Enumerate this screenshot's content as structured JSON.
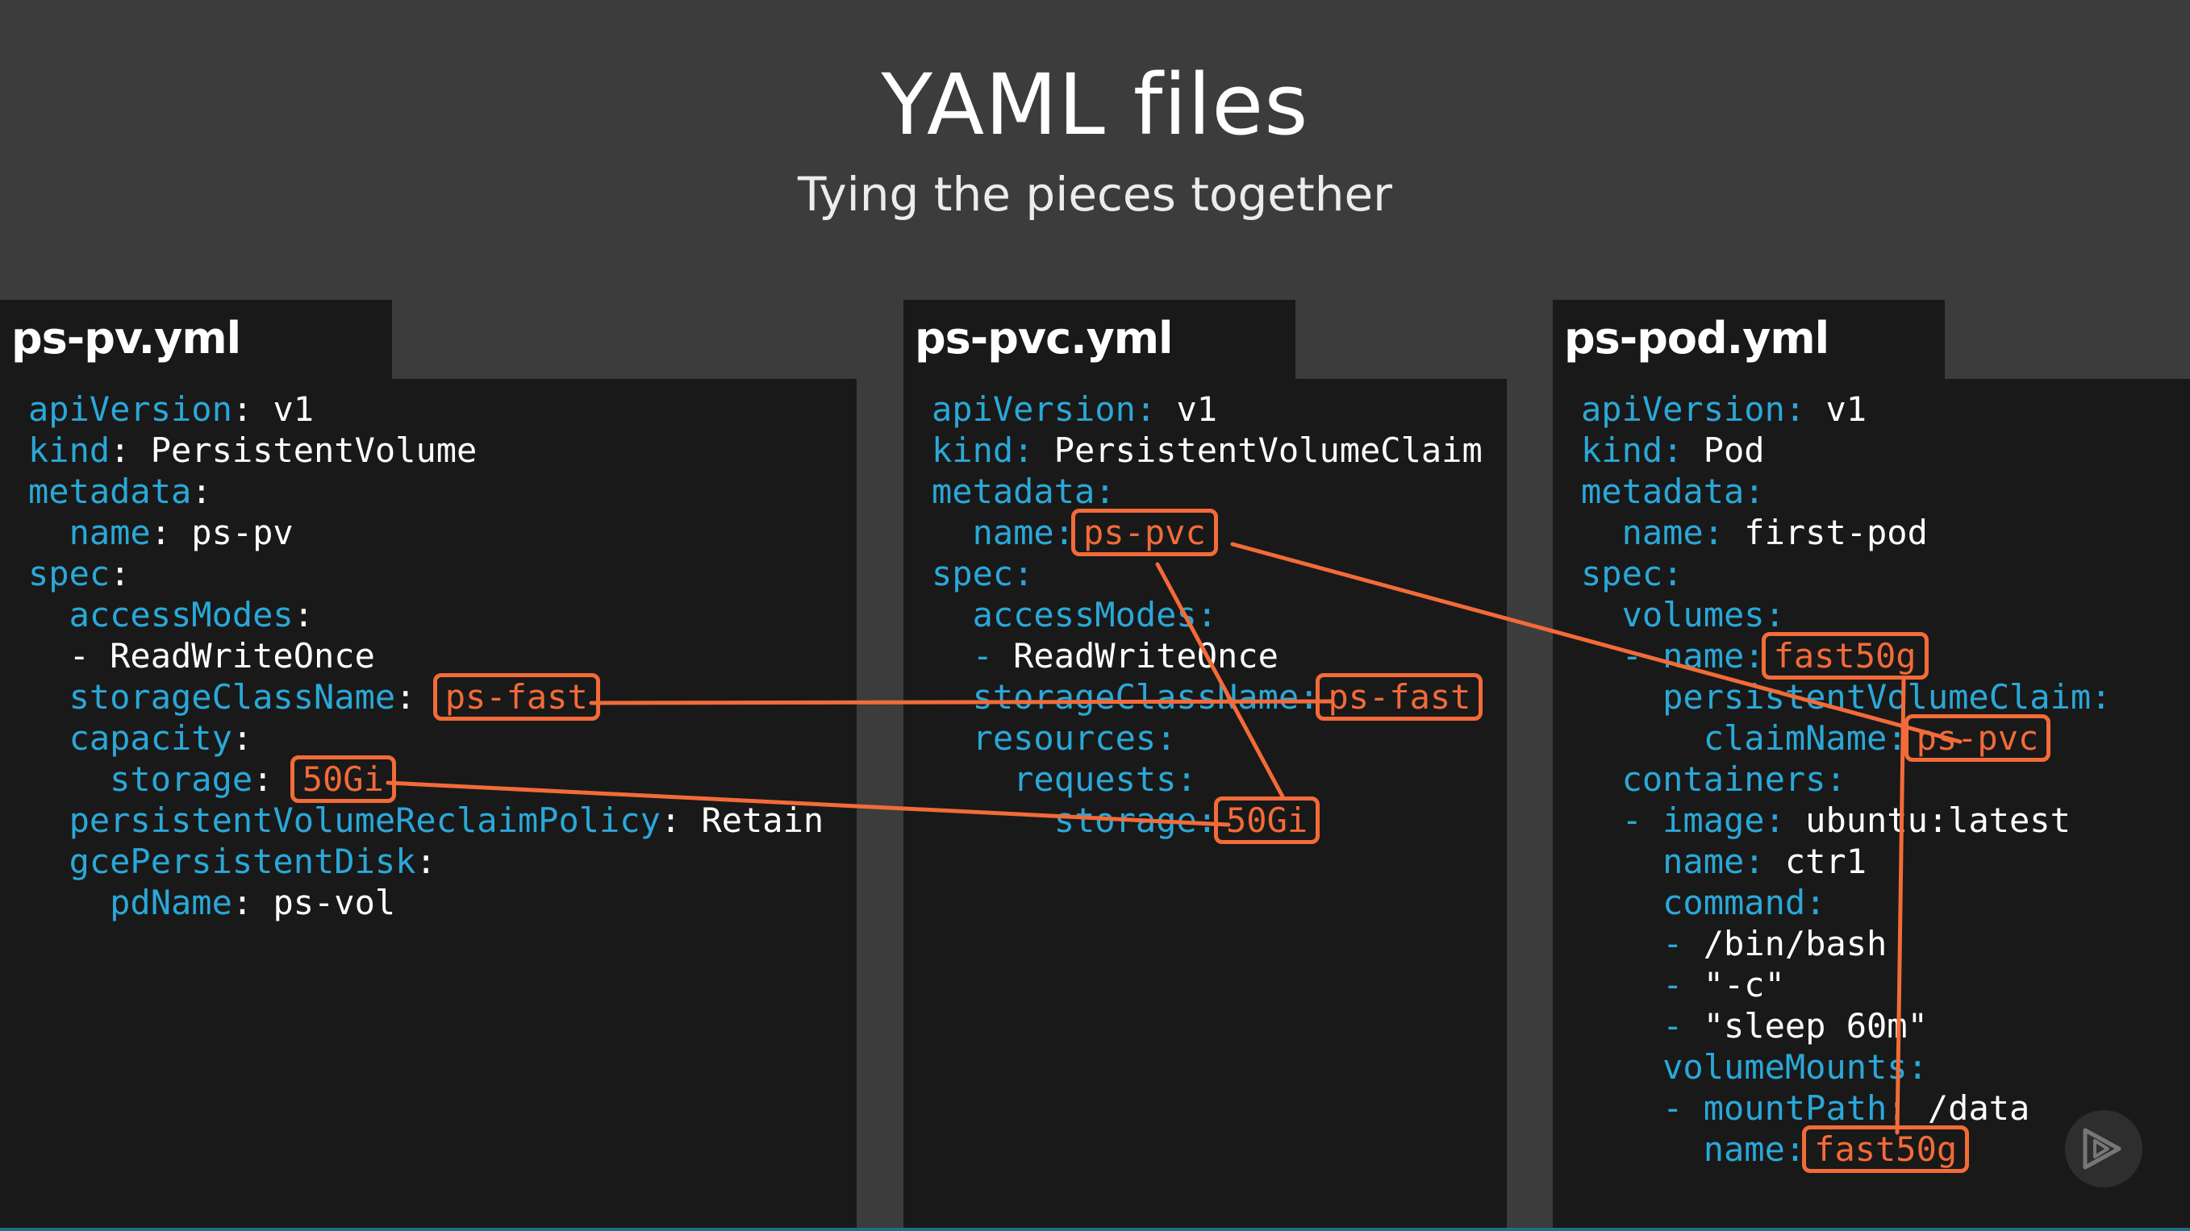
{
  "slide": {
    "title": "YAML files",
    "subtitle": "Tying the pieces together"
  },
  "files": [
    {
      "filename": "ps-pv.yml",
      "lines": [
        [
          {
            "t": "apiVersion",
            "c": "k"
          },
          {
            "t": ": v1",
            "c": "v"
          }
        ],
        [
          {
            "t": "kind",
            "c": "k"
          },
          {
            "t": ": PersistentVolume",
            "c": "v"
          }
        ],
        [
          {
            "t": "metadata",
            "c": "k"
          },
          {
            "t": ":",
            "c": "v"
          }
        ],
        [
          {
            "t": "  name",
            "c": "k"
          },
          {
            "t": ": ps-pv",
            "c": "v"
          }
        ],
        [
          {
            "t": "spec",
            "c": "k"
          },
          {
            "t": ":",
            "c": "v"
          }
        ],
        [
          {
            "t": "  accessModes",
            "c": "k"
          },
          {
            "t": ":",
            "c": "v"
          }
        ],
        [
          {
            "t": "  - ReadWriteOnce",
            "c": "v"
          }
        ],
        [
          {
            "t": "  storageClassName",
            "c": "k"
          },
          {
            "t": ": ",
            "c": "v"
          },
          {
            "t": "ps-fast",
            "c": "hl"
          }
        ],
        [
          {
            "t": "  capacity",
            "c": "k"
          },
          {
            "t": ":",
            "c": "v"
          }
        ],
        [
          {
            "t": "    storage",
            "c": "k"
          },
          {
            "t": ": ",
            "c": "v"
          },
          {
            "t": "50Gi",
            "c": "hl"
          }
        ],
        [
          {
            "t": "  persistentVolumeReclaimPolicy",
            "c": "k"
          },
          {
            "t": ": Retain",
            "c": "v"
          }
        ],
        [
          {
            "t": "  gcePersistentDisk",
            "c": "k"
          },
          {
            "t": ":",
            "c": "v"
          }
        ],
        [
          {
            "t": "    pdName",
            "c": "k"
          },
          {
            "t": ": ps-vol",
            "c": "v"
          }
        ]
      ]
    },
    {
      "filename": "ps-pvc.yml",
      "lines": [
        [
          {
            "t": "apiVersion:",
            "c": "k"
          },
          {
            "t": " v1",
            "c": "v"
          }
        ],
        [
          {
            "t": "kind:",
            "c": "k"
          },
          {
            "t": " PersistentVolumeClaim",
            "c": "v"
          }
        ],
        [
          {
            "t": "metadata:",
            "c": "k"
          }
        ],
        [
          {
            "t": "  name:",
            "c": "k"
          },
          {
            "t": "ps-pvc",
            "c": "hl"
          }
        ],
        [
          {
            "t": "spec:",
            "c": "k"
          }
        ],
        [
          {
            "t": "  accessModes:",
            "c": "k"
          }
        ],
        [
          {
            "t": "  -",
            "c": "k"
          },
          {
            "t": " ReadWriteOnce",
            "c": "v"
          }
        ],
        [
          {
            "t": "  storageClassName:",
            "c": "k"
          },
          {
            "t": "ps-fast",
            "c": "hl"
          }
        ],
        [
          {
            "t": "  resources:",
            "c": "k"
          }
        ],
        [
          {
            "t": "    requests:",
            "c": "k"
          }
        ],
        [
          {
            "t": "      storage:",
            "c": "k"
          },
          {
            "t": "50Gi",
            "c": "hl"
          }
        ]
      ]
    },
    {
      "filename": "ps-pod.yml",
      "lines": [
        [
          {
            "t": "apiVersion:",
            "c": "k"
          },
          {
            "t": " v1",
            "c": "v"
          }
        ],
        [
          {
            "t": "kind:",
            "c": "k"
          },
          {
            "t": " Pod",
            "c": "v"
          }
        ],
        [
          {
            "t": "metadata:",
            "c": "k"
          }
        ],
        [
          {
            "t": "  name:",
            "c": "k"
          },
          {
            "t": " first-pod",
            "c": "v"
          }
        ],
        [
          {
            "t": "spec:",
            "c": "k"
          }
        ],
        [
          {
            "t": "  volumes:",
            "c": "k"
          }
        ],
        [
          {
            "t": "  - name:",
            "c": "k"
          },
          {
            "t": "fast50g",
            "c": "hl"
          }
        ],
        [
          {
            "t": "    persistentVolumeClaim:",
            "c": "k"
          }
        ],
        [
          {
            "t": "      claimName:",
            "c": "k"
          },
          {
            "t": "ps-pvc",
            "c": "hl"
          }
        ],
        [
          {
            "t": "  containers:",
            "c": "k"
          }
        ],
        [
          {
            "t": "  - image:",
            "c": "k"
          },
          {
            "t": " ubuntu:latest",
            "c": "v"
          }
        ],
        [
          {
            "t": "    name:",
            "c": "k"
          },
          {
            "t": " ctr1",
            "c": "v"
          }
        ],
        [
          {
            "t": "    command:",
            "c": "k"
          }
        ],
        [
          {
            "t": "    -",
            "c": "k"
          },
          {
            "t": " /bin/bash",
            "c": "v"
          }
        ],
        [
          {
            "t": "    -",
            "c": "k"
          },
          {
            "t": " \"-c\"",
            "c": "v"
          }
        ],
        [
          {
            "t": "    -",
            "c": "k"
          },
          {
            "t": " \"sleep 60m\"",
            "c": "v"
          }
        ],
        [
          {
            "t": "    volumeMounts:",
            "c": "k"
          }
        ],
        [
          {
            "t": "    -",
            "c": "k"
          },
          {
            "t": " mountPath:",
            "c": "k"
          },
          {
            "t": " /data",
            "c": "v"
          }
        ],
        [
          {
            "t": "      name:",
            "c": "k"
          },
          {
            "t": "fast50g",
            "c": "hl"
          }
        ]
      ]
    }
  ],
  "colors": {
    "background": "#3c3c3c",
    "panel": "#191919",
    "key": "#2aa8d8",
    "value": "#ffffff",
    "highlight": "#f26b38"
  },
  "icons": {
    "player": "play-button-icon"
  }
}
